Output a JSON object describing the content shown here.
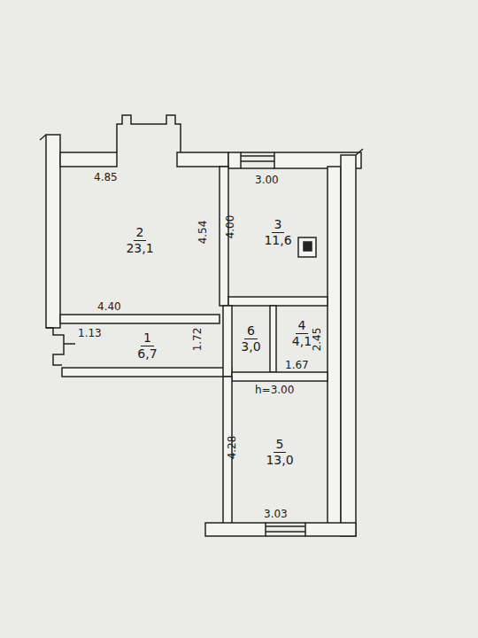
{
  "diagram": {
    "nodes": [
      {
        "text": [
          "2",
          "23,1"
        ]
      },
      {
        "text": [
          "3",
          "11,6"
        ]
      },
      {
        "text": [
          "1",
          "6,7"
        ]
      },
      {
        "text": [
          "6",
          "3,0"
        ]
      },
      {
        "text": [
          "4",
          "4,1"
        ]
      },
      {
        "text": [
          "5",
          "13,0"
        ]
      }
    ],
    "labels": [
      "4.85",
      "4.54",
      "4.40",
      "3.00",
      "4.00",
      "1.13",
      "1.72",
      "2.45",
      "1.67",
      "h=3.00",
      "4.28",
      "3.03"
    ]
  }
}
